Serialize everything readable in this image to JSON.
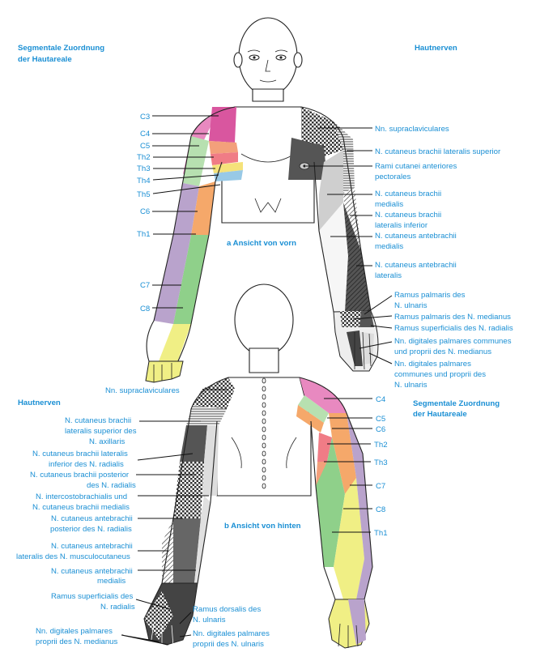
{
  "headers": {
    "top_left": [
      "Segmentale Zuordnung",
      "der Hautareale"
    ],
    "top_right": "Hautnerven",
    "bottom_left": "Hautnerven",
    "bottom_right": [
      "Segmentale Zuordnung",
      "der Hautareale"
    ]
  },
  "captions": {
    "front": "a Ansicht von vorn",
    "back": "b Ansicht von hinten"
  },
  "front_segments": [
    "C3",
    "C4",
    "C5",
    "Th2",
    "Th3",
    "Th4",
    "Th5",
    "C6",
    "Th1",
    "C7",
    "C8"
  ],
  "front_nerves": [
    [
      "Nn. supraclaviculares"
    ],
    [
      "N. cutaneus brachii lateralis superior"
    ],
    [
      "Rami cutanei anteriores",
      "pectorales"
    ],
    [
      "N. cutaneus brachii",
      "medialis"
    ],
    [
      "N. cutaneus brachii",
      "lateralis inferior"
    ],
    [
      "N. cutaneus antebrachii",
      "medialis"
    ],
    [
      "N. cutaneus antebrachii",
      "lateralis"
    ],
    [
      "Ramus palmaris des",
      "N. ulnaris"
    ],
    [
      "Ramus palmaris des N. medianus"
    ],
    [
      "Ramus superficialis des N. radialis"
    ],
    [
      "Nn. digitales palmares communes",
      "und proprii des N. medianus"
    ],
    [
      "Nn. digitales palmares",
      "communes und proprii des",
      "N. ulnaris"
    ]
  ],
  "back_nerves": [
    [
      "Nn. supraclaviculares"
    ],
    [
      "N. cutaneus brachii",
      "lateralis superior des",
      "N. axillaris"
    ],
    [
      "N. cutaneus brachii lateralis",
      "inferior des N. radialis"
    ],
    [
      "N. cutaneus brachii posterior",
      "des N. radialis"
    ],
    [
      "N. intercostobrachialis und",
      "N. cutaneus brachii medialis"
    ],
    [
      "N. cutaneus antebrachii",
      "posterior des N. radialis"
    ],
    [
      "N. cutaneus antebrachii",
      "lateralis des N. musculocutaneus"
    ],
    [
      "N. cutaneus antebrachii",
      "medialis"
    ],
    [
      "Ramus superficialis des",
      "N. radialis"
    ],
    [
      "Nn. digitales palmares",
      "proprii des N. medianus"
    ]
  ],
  "back_nerves_right": [
    [
      "Ramus dorsalis des",
      "N. ulnaris"
    ],
    [
      "Nn. digitales palmares",
      "proprii des N. ulnaris"
    ]
  ],
  "back_segments": [
    "C4",
    "C5",
    "C6",
    "Th2",
    "Th3",
    "C7",
    "C8",
    "Th1"
  ],
  "colors": {
    "label": "#1a8fd4",
    "C3": "#d9569f",
    "C4": "#e889c0",
    "C5": "#b7e0b0",
    "C6": "#f5a86a",
    "C7": "#b9a3cc",
    "C8": "#f0ef85",
    "Th1": "#8fd08a",
    "Th2": "#f07c86",
    "Th3": "#f3a07b",
    "Th4": "#f5e27a",
    "Th5": "#98c9e6",
    "nerve_dark": "#3a3a3a",
    "nerve_mid": "#7a7a7a",
    "nerve_light": "#cfcfcf"
  }
}
